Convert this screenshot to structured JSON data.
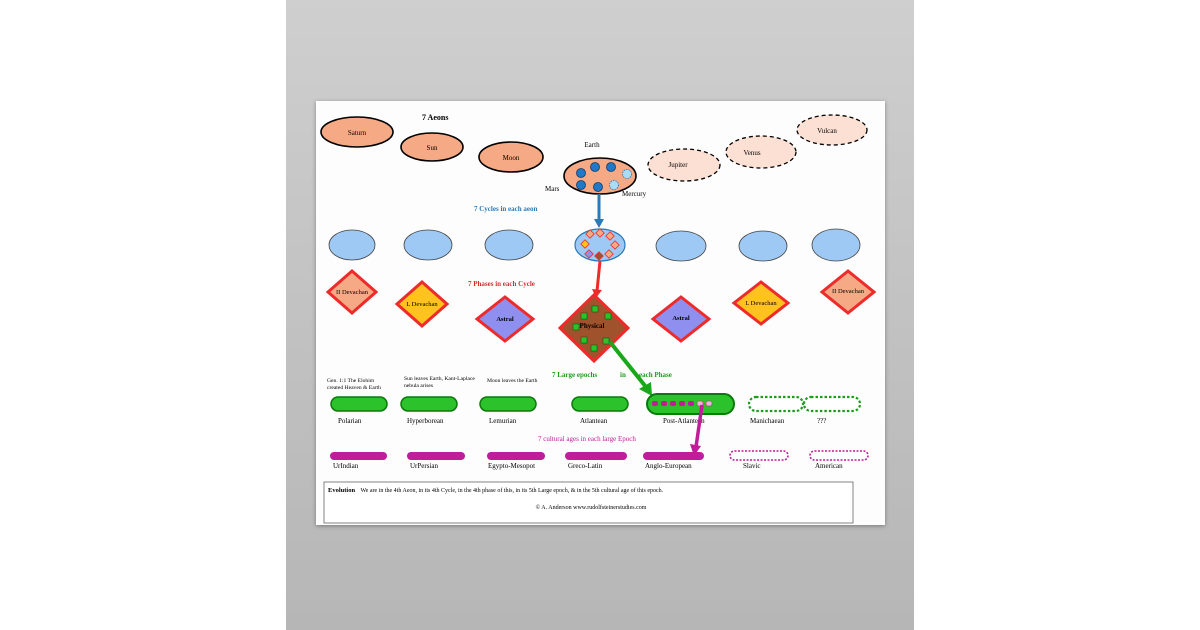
{
  "colors": {
    "aeon_fill": "#f5a984",
    "aeon_future_fill": "#fde0d4",
    "cycle_fill": "#9ec9f5",
    "hi_devachan_fill": "#f5a984",
    "lo_devachan_fill": "#ffc21f",
    "astral_fill": "#8f8ff0",
    "physical_fill": "#a0522d",
    "border_red": "#ee2b2b",
    "epoch_green": "#2cc22c",
    "culture_magenta": "#c01d9a",
    "title_blue": "#2a7ab8",
    "title_red": "#d03030",
    "title_green": "#1a9e1a",
    "title_magenta": "#c01d9a"
  },
  "headings": {
    "aeons": "7  Aeons",
    "cycles": "7 Cycles in each aeon",
    "phases": "7 Phases in each Cycle",
    "epochs_a": "7  Large  epochs",
    "epochs_b": "in",
    "epochs_c": "each  Phase",
    "cultures": "7 cultural ages  in each large Epoch"
  },
  "aeons": [
    "Saturn",
    "Sun",
    "Moon",
    "Earth",
    "Jupiter",
    "Venus",
    "Vulcan"
  ],
  "planet_labels": {
    "mars": "Mars",
    "mercury": "Mercury"
  },
  "phases": [
    "II Devachan",
    "L Devachan",
    "Astral",
    "Physical",
    "Astral",
    "L Devachan",
    "II Devachan"
  ],
  "epoch_notes": [
    "Gen. 1:1 The Elohim created Heaven & Earth",
    "Sun leaves Earth, Kant-Laplace nebula arises",
    "Moon leaves the Earth"
  ],
  "epochs": [
    "Polarian",
    "Hyperborean",
    "Lemurian",
    "Atlantean",
    "Post-Atlantean",
    "Manichaean",
    "???"
  ],
  "cultures": [
    "UrIndian",
    "UrPersian",
    "Egypto-Mesopot",
    "Greco-Latin",
    "Anglo-European",
    "Slavic",
    "American"
  ],
  "footer": {
    "label": "Evolution",
    "text": "We are in the 4th Aeon, in its 4th Cycle, in the 4th phase of this, in its 5th Large epoch, & in the 5th cultural age of this epoch.",
    "credit": "© A. Anderson www.rudolfsteinerstudies.com"
  }
}
